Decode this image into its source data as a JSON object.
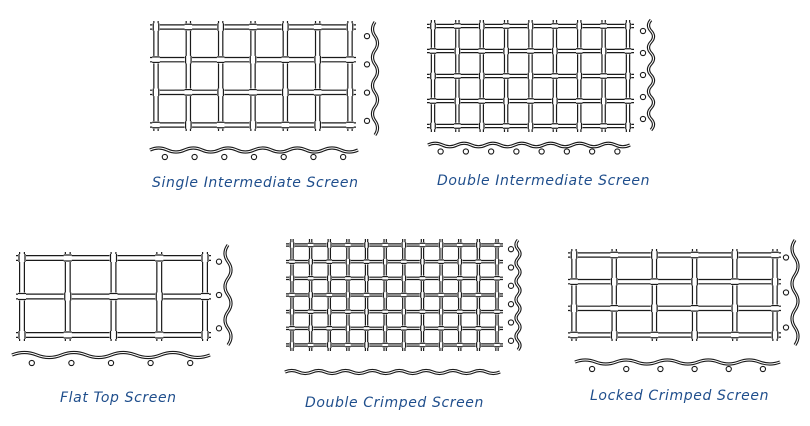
{
  "screens": [
    {
      "id": "single-intermediate",
      "caption": "Single Intermediate Screen"
    },
    {
      "id": "double-intermediate",
      "caption": "Double Intermediate Screen"
    },
    {
      "id": "flat-top",
      "caption": "Flat Top Screen"
    },
    {
      "id": "double-crimped",
      "caption": "Double Crimped Screen"
    },
    {
      "id": "locked-crimped",
      "caption": "Locked Crimped Screen"
    }
  ],
  "colors": {
    "caption": "#1f4e8c",
    "wire": "#1a1a1a"
  }
}
